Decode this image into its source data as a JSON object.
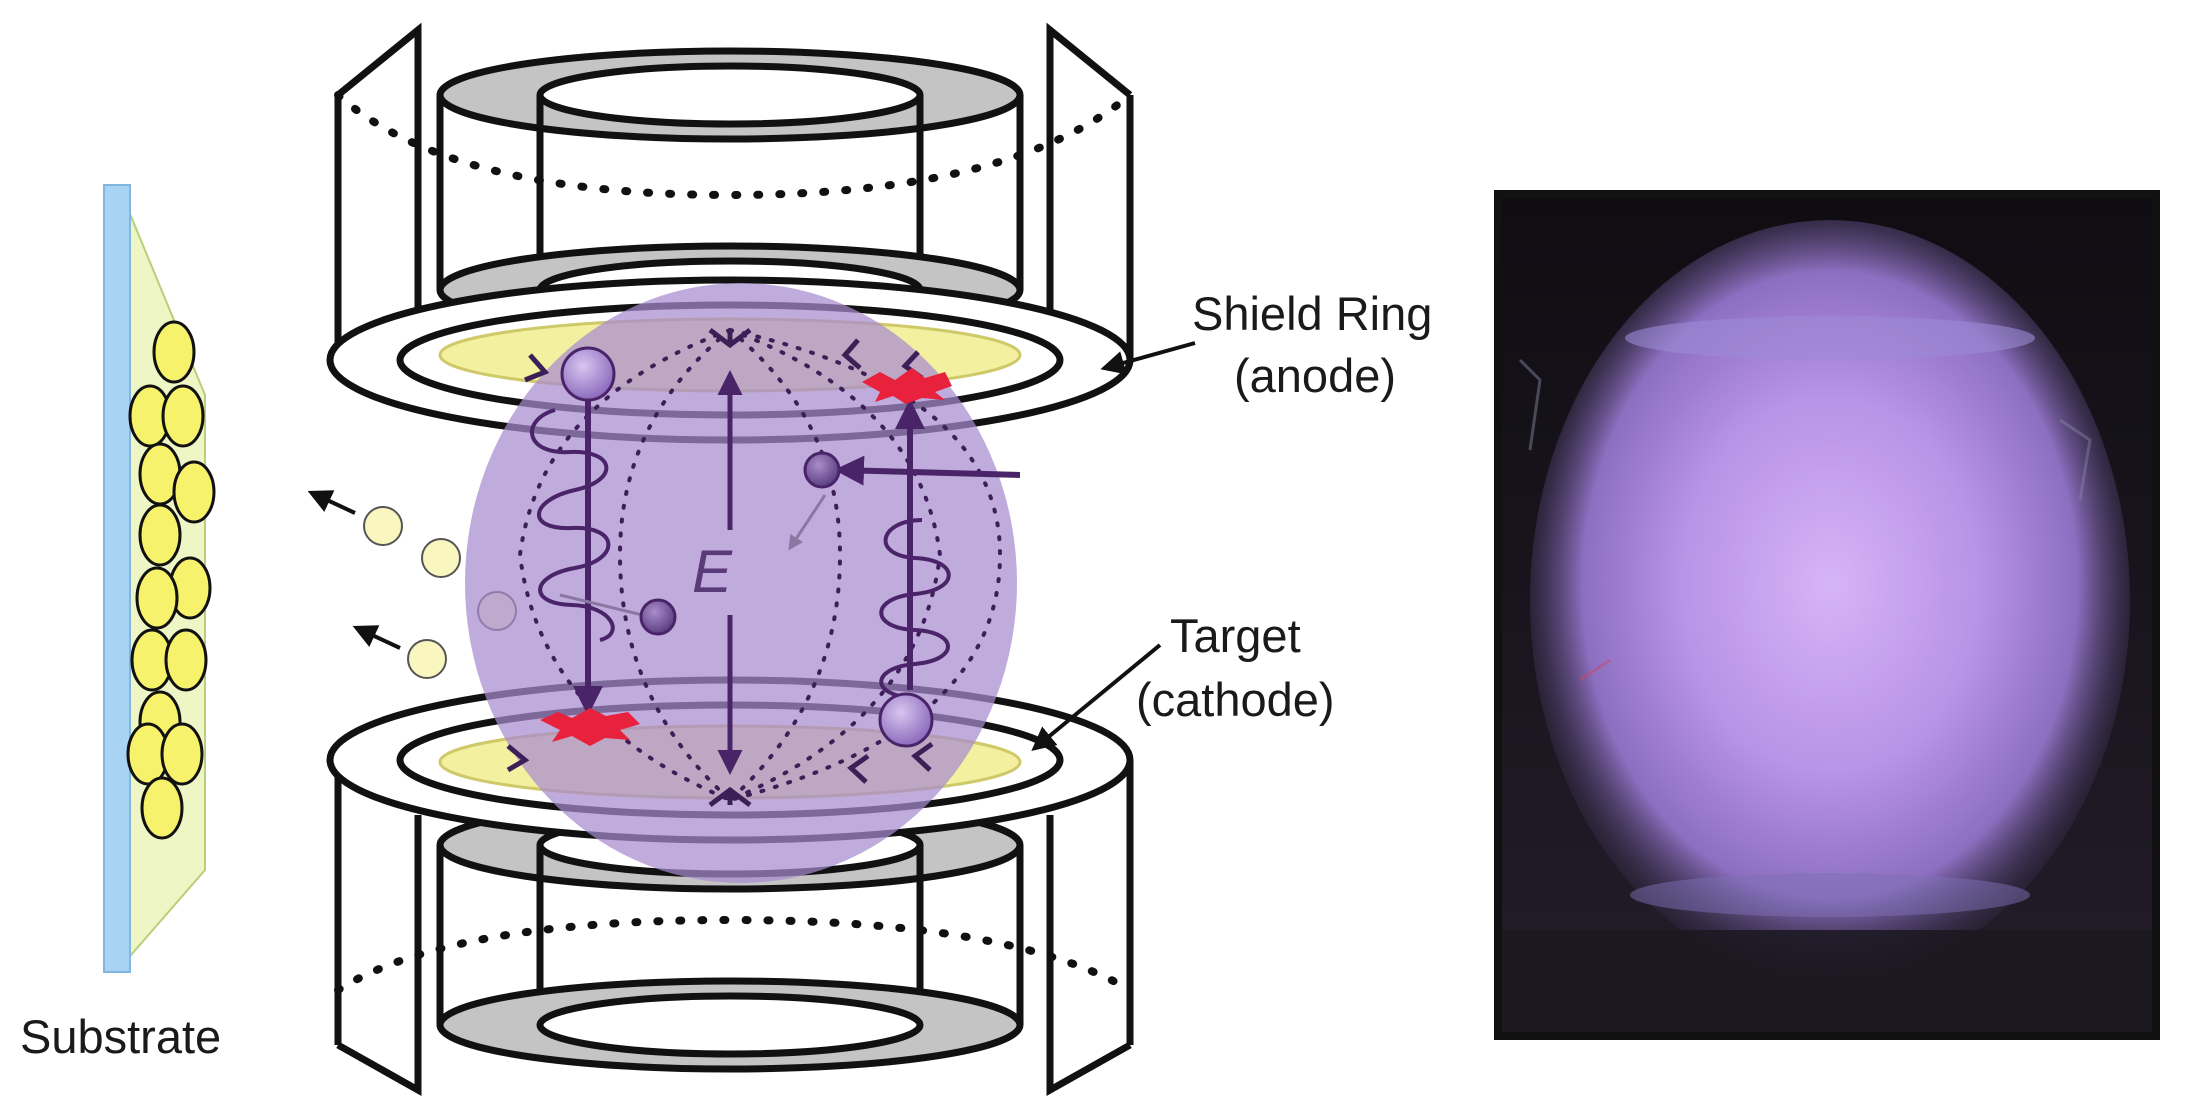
{
  "labels": {
    "substrate": "Substrate",
    "shield_line1": "Shield Ring",
    "shield_line2": "(anode)",
    "target_line1": "Target",
    "target_line2": "(cathode)",
    "field": "E"
  },
  "colors": {
    "plasma": "#a88bd0",
    "target_disk": "#f3f0a0",
    "substrate_bar": "#a9d3f2",
    "deposit_particle": "#f7f26c",
    "sputtered_particle": "#faf6c0",
    "arc_spot": "#e8213c",
    "electron_path": "#4a2468",
    "ring_gray": "#bdbdbd",
    "photo_background": "#1b1820",
    "photo_glow": "#c79df0"
  },
  "icons": [
    "magnet-field-lines-icon",
    "electron-spiral-icon",
    "arc-spot-icon",
    "ion-sphere-icon"
  ]
}
